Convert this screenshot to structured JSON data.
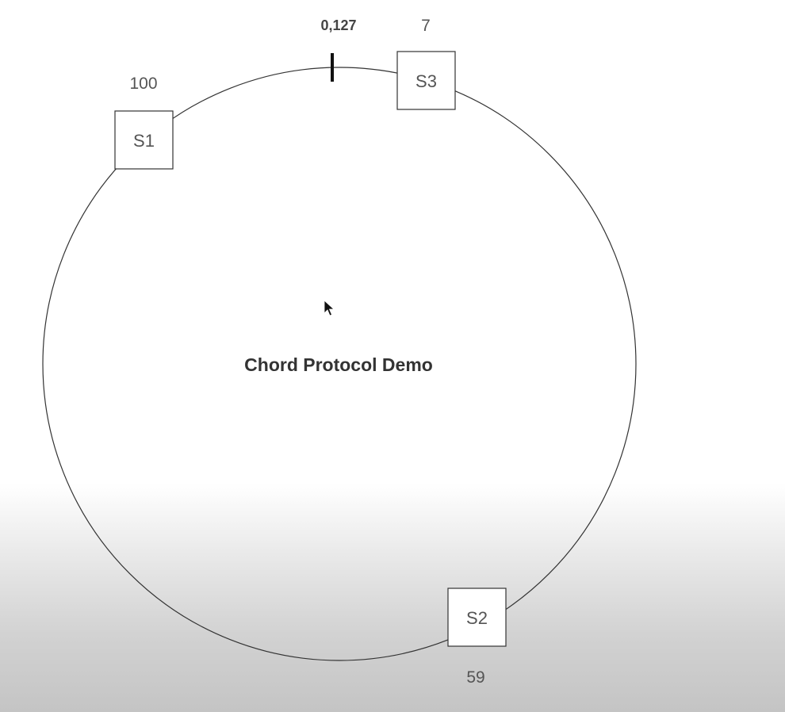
{
  "diagram": {
    "title": "Chord Protocol Demo",
    "ring_start_label": "0,127",
    "nodes": [
      {
        "name": "S1",
        "id": "100"
      },
      {
        "name": "S3",
        "id": "7"
      },
      {
        "name": "S2",
        "id": "59"
      }
    ]
  }
}
